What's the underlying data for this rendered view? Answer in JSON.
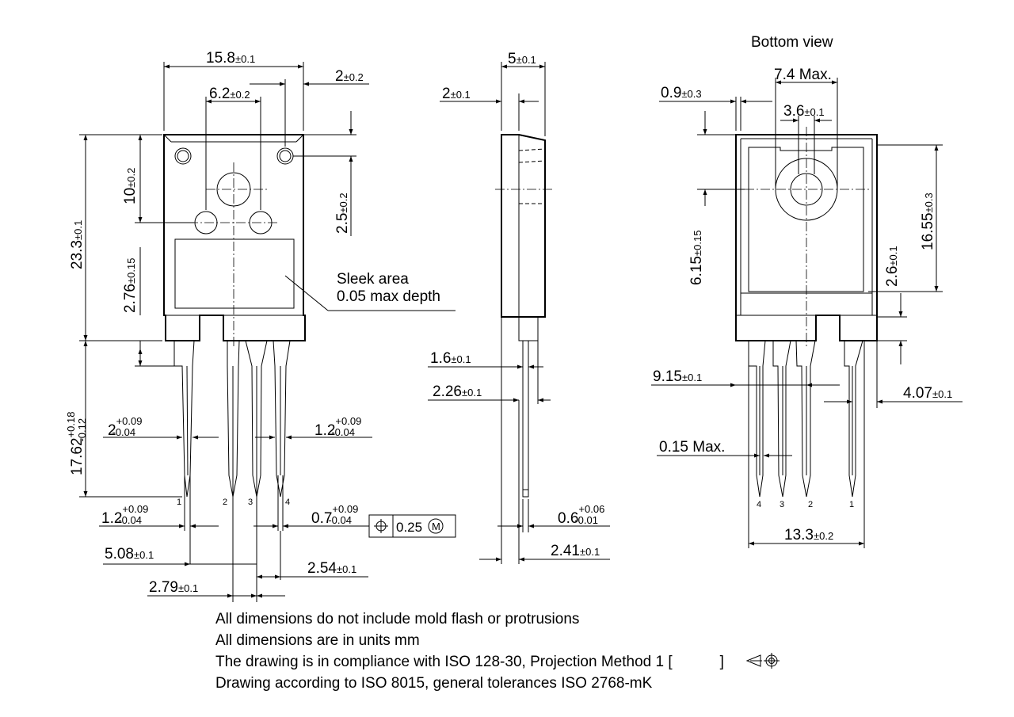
{
  "front_view": {
    "dims": {
      "d158": {
        "v": "15.8",
        "t": "±0.1"
      },
      "d62": {
        "v": "6.2",
        "t": "±0.2"
      },
      "d2tab": {
        "v": "2",
        "t": "±0.2"
      },
      "d10": {
        "v": "10",
        "t": "±0.2"
      },
      "d233": {
        "v": "23.3",
        "t": "±0.1"
      },
      "d25": {
        "v": "2.5",
        "t": "±0.2"
      },
      "d276": {
        "v": "2.76",
        "t": "±0.15"
      },
      "d1762": {
        "v": "17.62",
        "tp": "+0.18",
        "tm": "-0.12"
      },
      "d2lead": {
        "v": "2",
        "tp": "+0.09",
        "tm": "-0.04"
      },
      "d12lead": {
        "v": "1.2",
        "tp": "+0.09",
        "tm": "-0.04"
      },
      "d12b": {
        "v": "1.2",
        "tp": "+0.09",
        "tm": "-0.04"
      },
      "d07": {
        "v": "0.7",
        "tp": "+0.09",
        "tm": "-0.04"
      },
      "d508": {
        "v": "5.08",
        "t": "±0.1"
      },
      "d254": {
        "v": "2.54",
        "t": "±0.1"
      },
      "d279": {
        "v": "2.79",
        "t": "±0.1"
      }
    },
    "sleek_line1": "Sleek area",
    "sleek_line2": "0.05 max depth",
    "pins": [
      "1",
      "2",
      "3",
      "4"
    ],
    "position_tolerance": {
      "value": "0.25",
      "modifier": "M"
    }
  },
  "side_view": {
    "dims": {
      "d5": {
        "v": "5",
        "t": "±0.1"
      },
      "d2": {
        "v": "2",
        "t": "±0.1"
      },
      "d16": {
        "v": "1.6",
        "t": "±0.1"
      },
      "d226": {
        "v": "2.26",
        "t": "±0.1"
      },
      "d06": {
        "v": "0.6",
        "tp": "+0.06",
        "tm": "-0.01"
      },
      "d241": {
        "v": "2.41",
        "t": "±0.1"
      }
    }
  },
  "bottom_view": {
    "title": "Bottom view",
    "dims": {
      "d74": "7.4 Max.",
      "d09": {
        "v": "0.9",
        "t": "±0.3"
      },
      "d36": {
        "v": "3.6",
        "t": "±0.1"
      },
      "d615": {
        "v": "6.15",
        "t": "±0.15"
      },
      "d1655": {
        "v": "16.55",
        "t": "±0.3"
      },
      "d26": {
        "v": "2.6",
        "t": "±0.1"
      },
      "d915": {
        "v": "9.15",
        "t": "±0.1"
      },
      "d407": {
        "v": "4.07",
        "t": "±0.1"
      },
      "d015": "0.15 Max.",
      "d133": {
        "v": "13.3",
        "t": "±0.2"
      }
    },
    "pins": [
      "4",
      "3",
      "2",
      "1"
    ]
  },
  "notes": [
    "All dimensions do not include mold flash or protrusions",
    "All dimensions are in units mm",
    "The drawing is in compliance with ISO 128-30, Projection Method 1 [",
    "]",
    "Drawing according to ISO 8015, general tolerances ISO 2768-mK"
  ]
}
